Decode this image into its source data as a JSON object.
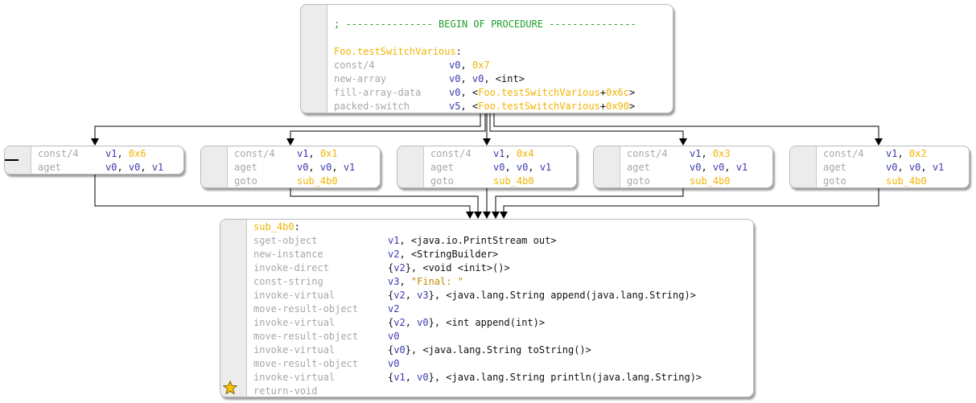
{
  "entry_block": {
    "comment": "; --------------- BEGIN OF PROCEDURE ---------------",
    "label": "Foo.testSwitchVarious",
    "label_suffix": ":",
    "rows": [
      {
        "mnemonic": "const/4",
        "ops": [
          [
            "reg",
            "v0"
          ],
          [
            "p",
            ", "
          ],
          [
            "num",
            "0x7"
          ]
        ]
      },
      {
        "mnemonic": "new-array",
        "ops": [
          [
            "reg",
            "v0"
          ],
          [
            "p",
            ", "
          ],
          [
            "reg",
            "v0"
          ],
          [
            "p",
            ", <int>"
          ]
        ]
      },
      {
        "mnemonic": "fill-array-data",
        "ops": [
          [
            "reg",
            "v0"
          ],
          [
            "p",
            ", <"
          ],
          [
            "lbl",
            "Foo.testSwitchVarious"
          ],
          [
            "p",
            "+"
          ],
          [
            "num",
            "0x6c"
          ],
          [
            "p",
            ">"
          ]
        ]
      },
      {
        "mnemonic": "packed-switch",
        "ops": [
          [
            "reg",
            "v5"
          ],
          [
            "p",
            ", <"
          ],
          [
            "lbl",
            "Foo.testSwitchVarious"
          ],
          [
            "p",
            "+"
          ],
          [
            "num",
            "0x90"
          ],
          [
            "p",
            ">"
          ]
        ]
      }
    ]
  },
  "case_blocks": [
    {
      "rows": [
        {
          "mnemonic": "const/4",
          "ops": [
            [
              "reg",
              "v1"
            ],
            [
              "p",
              ", "
            ],
            [
              "num",
              "0x6"
            ]
          ]
        },
        {
          "mnemonic": "aget",
          "ops": [
            [
              "reg",
              "v0"
            ],
            [
              "p",
              ", "
            ],
            [
              "reg",
              "v0"
            ],
            [
              "p",
              ", "
            ],
            [
              "reg",
              "v1"
            ]
          ]
        }
      ]
    },
    {
      "rows": [
        {
          "mnemonic": "const/4",
          "ops": [
            [
              "reg",
              "v1"
            ],
            [
              "p",
              ", "
            ],
            [
              "num",
              "0x1"
            ]
          ]
        },
        {
          "mnemonic": "aget",
          "ops": [
            [
              "reg",
              "v0"
            ],
            [
              "p",
              ", "
            ],
            [
              "reg",
              "v0"
            ],
            [
              "p",
              ", "
            ],
            [
              "reg",
              "v1"
            ]
          ]
        },
        {
          "mnemonic": "goto",
          "ops": [
            [
              "lbl",
              "sub_4b0"
            ]
          ]
        }
      ]
    },
    {
      "rows": [
        {
          "mnemonic": "const/4",
          "ops": [
            [
              "reg",
              "v1"
            ],
            [
              "p",
              ", "
            ],
            [
              "num",
              "0x4"
            ]
          ]
        },
        {
          "mnemonic": "aget",
          "ops": [
            [
              "reg",
              "v0"
            ],
            [
              "p",
              ", "
            ],
            [
              "reg",
              "v0"
            ],
            [
              "p",
              ", "
            ],
            [
              "reg",
              "v1"
            ]
          ]
        },
        {
          "mnemonic": "goto",
          "ops": [
            [
              "lbl",
              "sub_4b0"
            ]
          ]
        }
      ]
    },
    {
      "rows": [
        {
          "mnemonic": "const/4",
          "ops": [
            [
              "reg",
              "v1"
            ],
            [
              "p",
              ", "
            ],
            [
              "num",
              "0x3"
            ]
          ]
        },
        {
          "mnemonic": "aget",
          "ops": [
            [
              "reg",
              "v0"
            ],
            [
              "p",
              ", "
            ],
            [
              "reg",
              "v0"
            ],
            [
              "p",
              ", "
            ],
            [
              "reg",
              "v1"
            ]
          ]
        },
        {
          "mnemonic": "goto",
          "ops": [
            [
              "lbl",
              "sub_4b0"
            ]
          ]
        }
      ]
    },
    {
      "rows": [
        {
          "mnemonic": "const/4",
          "ops": [
            [
              "reg",
              "v1"
            ],
            [
              "p",
              ", "
            ],
            [
              "num",
              "0x2"
            ]
          ]
        },
        {
          "mnemonic": "aget",
          "ops": [
            [
              "reg",
              "v0"
            ],
            [
              "p",
              ", "
            ],
            [
              "reg",
              "v0"
            ],
            [
              "p",
              ", "
            ],
            [
              "reg",
              "v1"
            ]
          ]
        },
        {
          "mnemonic": "goto",
          "ops": [
            [
              "lbl",
              "sub_4b0"
            ]
          ]
        }
      ]
    }
  ],
  "exit_block": {
    "label": "sub_4b0",
    "label_suffix": ":",
    "rows": [
      {
        "mnemonic": "sget-object",
        "ops": [
          [
            "reg",
            "v1"
          ],
          [
            "p",
            ", <java.io.PrintStream out>"
          ]
        ]
      },
      {
        "mnemonic": "new-instance",
        "ops": [
          [
            "reg",
            "v2"
          ],
          [
            "p",
            ", <StringBuilder>"
          ]
        ]
      },
      {
        "mnemonic": "invoke-direct",
        "ops": [
          [
            "p",
            "{"
          ],
          [
            "reg",
            "v2"
          ],
          [
            "p",
            "}, <void <init>()>"
          ]
        ]
      },
      {
        "mnemonic": "const-string",
        "ops": [
          [
            "reg",
            "v3"
          ],
          [
            "p",
            ", "
          ],
          [
            "str",
            "\"Final: \""
          ]
        ]
      },
      {
        "mnemonic": "invoke-virtual",
        "ops": [
          [
            "p",
            "{"
          ],
          [
            "reg",
            "v2"
          ],
          [
            "p",
            ", "
          ],
          [
            "reg",
            "v3"
          ],
          [
            "p",
            "}, <java.lang.String append(java.lang.String)>"
          ]
        ]
      },
      {
        "mnemonic": "move-result-object",
        "ops": [
          [
            "reg",
            "v2"
          ]
        ]
      },
      {
        "mnemonic": "invoke-virtual",
        "ops": [
          [
            "p",
            "{"
          ],
          [
            "reg",
            "v2"
          ],
          [
            "p",
            ", "
          ],
          [
            "reg",
            "v0"
          ],
          [
            "p",
            "}, <int append(int)>"
          ]
        ]
      },
      {
        "mnemonic": "move-result-object",
        "ops": [
          [
            "reg",
            "v0"
          ]
        ]
      },
      {
        "mnemonic": "invoke-virtual",
        "ops": [
          [
            "p",
            "{"
          ],
          [
            "reg",
            "v0"
          ],
          [
            "p",
            "}, <java.lang.String toString()>"
          ]
        ]
      },
      {
        "mnemonic": "move-result-object",
        "ops": [
          [
            "reg",
            "v0"
          ]
        ]
      },
      {
        "mnemonic": "invoke-virtual",
        "ops": [
          [
            "p",
            "{"
          ],
          [
            "reg",
            "v1"
          ],
          [
            "p",
            ", "
          ],
          [
            "reg",
            "v0"
          ],
          [
            "p",
            "}, <java.lang.String println(java.lang.String)>"
          ]
        ]
      },
      {
        "mnemonic": "return-void",
        "ops": []
      }
    ]
  },
  "icons": {
    "exit_marker": "star-icon"
  },
  "colors": {
    "register": "#3a3ab0",
    "constant": "#f0b400",
    "label": "#f0b400",
    "comment": "#22a02a",
    "mnemonic": "#a7a7a7",
    "string": "#c08800"
  }
}
